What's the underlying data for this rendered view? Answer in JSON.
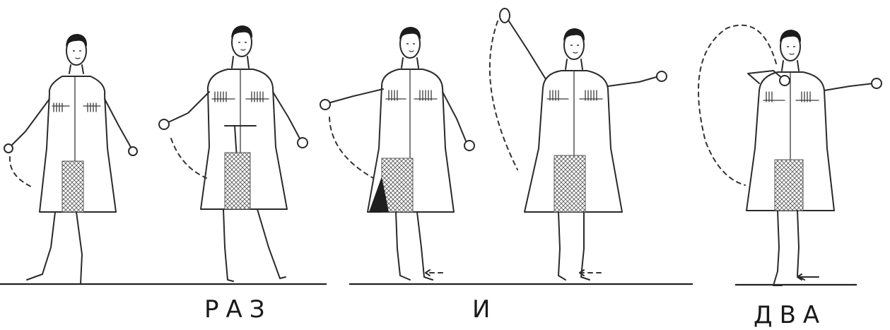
{
  "captions": {
    "first": "РАЗ",
    "second": "И",
    "third": "ДВА"
  },
  "colors": {
    "ink": "#2a2a2a",
    "paper": "#ffffff"
  }
}
